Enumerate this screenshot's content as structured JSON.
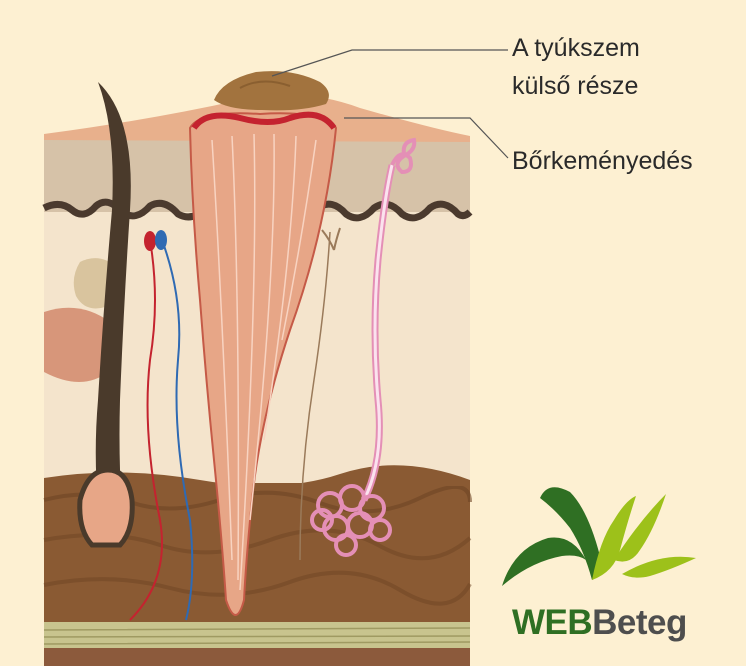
{
  "labels": {
    "outer_part": [
      "A tyúkszem",
      "külső része"
    ],
    "callus": "Bőrkeményedés"
  },
  "logo": {
    "part1": "WEB",
    "part2": "Beteg"
  },
  "colors": {
    "background": "#fdf0d2",
    "skin_surface": "#e8b08c",
    "epidermis": "#d6c2a8",
    "dermis": "#f4e4cc",
    "subcutis": "#8a5a33",
    "corn_core": "#e7a687",
    "corn_cap": "#a2733e",
    "artery": "#c4232f",
    "vein": "#2f6ab3",
    "sweat_gland": "#e48fb6",
    "hair": "#4a3a2b",
    "logo_green": "#2f6f23",
    "logo_lime": "#9dc11a",
    "logo_gray": "#4e4e4e"
  }
}
